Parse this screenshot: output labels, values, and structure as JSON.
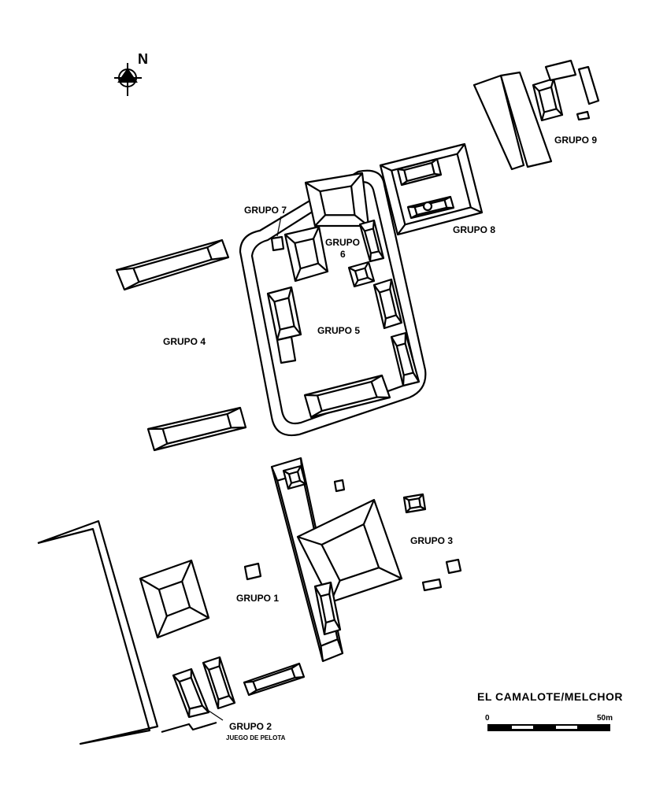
{
  "title": "EL CAMALOTE/MELCHOR",
  "north_label": "N",
  "scale": {
    "start": "0",
    "end": "50m"
  },
  "groups": {
    "g1": "GRUPO 1",
    "g2": "GRUPO 2",
    "g2_sub": "JUEGO DE PELOTA",
    "g3": "GRUPO 3",
    "g4": "GRUPO 4",
    "g5": "GRUPO 5",
    "g6a": "GRUPO",
    "g6b": "6",
    "g7": "GRUPO 7",
    "g8": "GRUPO 8",
    "g9": "GRUPO 9"
  }
}
